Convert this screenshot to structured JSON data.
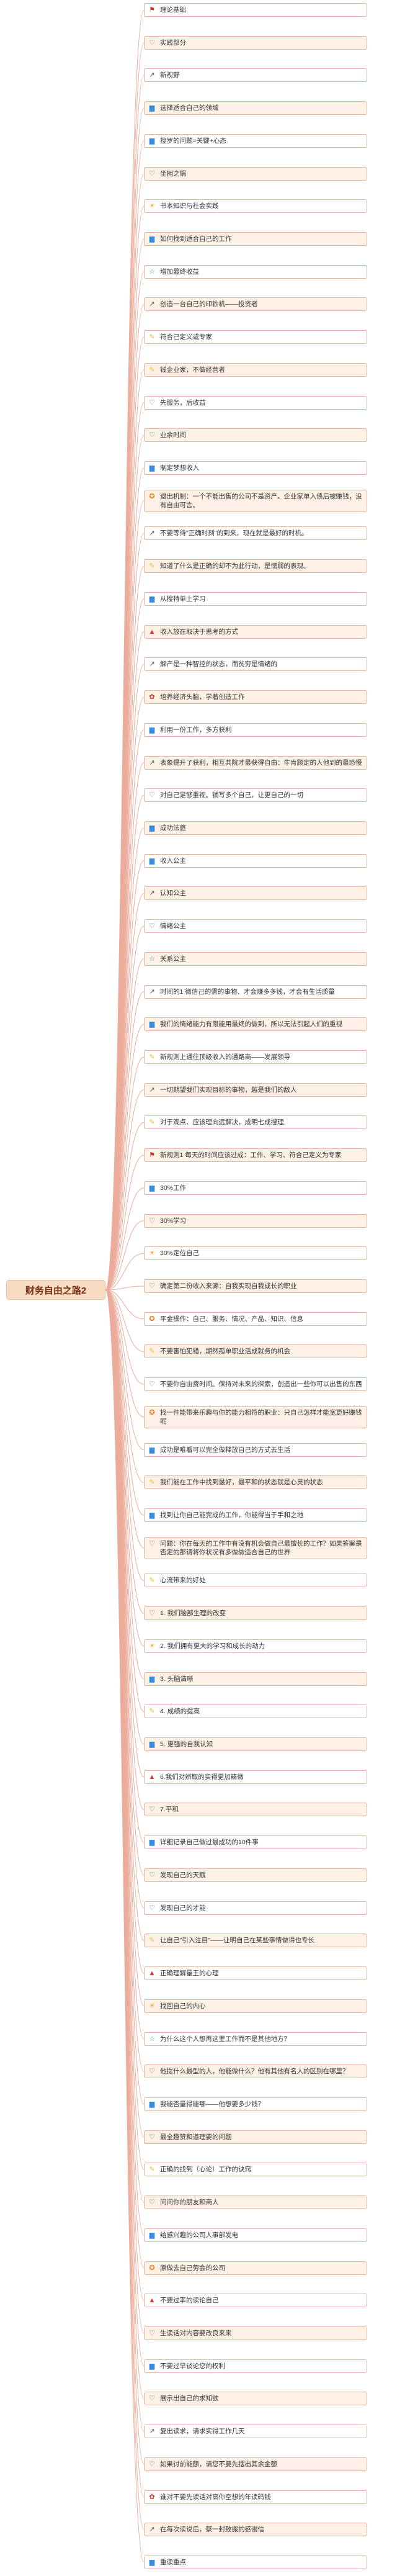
{
  "root": {
    "label": "财务自由之路2"
  },
  "nodes": [
    {
      "label": "理论基础",
      "icon": "flag"
    },
    {
      "label": "实践部分",
      "icon": "heart"
    },
    {
      "label": "新视野",
      "icon": "arrow-up-right"
    },
    {
      "label": "选择适合自己的领域",
      "icon": "book"
    },
    {
      "label": "搜罗的问题=关键+心态",
      "icon": "book"
    },
    {
      "label": "坐拥之锅",
      "icon": "heart"
    },
    {
      "label": "书本知识与社会实践",
      "icon": "sun"
    },
    {
      "label": "如何找到适合自己的工作",
      "icon": "book"
    },
    {
      "label": "增加最终收益",
      "icon": "star"
    },
    {
      "label": "创造一台自己的印钞机——投资者",
      "icon": "arrow-up-right"
    },
    {
      "label": "符合己定义或专家",
      "icon": "pencil"
    },
    {
      "label": "钱企业家，不做经营者",
      "icon": "pencil"
    },
    {
      "label": "先服务，后收益",
      "icon": "heart"
    },
    {
      "label": "业余时间",
      "icon": "heart"
    },
    {
      "label": "制定梦想收入",
      "icon": "book"
    },
    {
      "label": "退出机制：一个不能出售的公司不是资产。企业家单入债后被赚钱，没有自由可言。",
      "icon": "badge"
    },
    {
      "label": "不要等待\"正确时刻\"的到来，现在就是最好的时机。",
      "icon": "arrow-up-right"
    },
    {
      "label": "知道了什么是正确的却不为此行动，是懦弱的表现。",
      "icon": "pencil"
    },
    {
      "label": "从搜特单上学习",
      "icon": "book"
    },
    {
      "label": "收入放在取决于思考的方式",
      "icon": "fire"
    },
    {
      "label": "解产是一种智控的状态，而贫穷是情绪的",
      "icon": "arrow-up-right"
    },
    {
      "label": "培养经济头脑，学着创造工作",
      "icon": "flower"
    },
    {
      "label": "利用一份工作，多方获利",
      "icon": "book"
    },
    {
      "label": "表象提升了获利，相互共院才最获得自由：牛肯顾定的人他到的最恐慢",
      "icon": "arrow-up-right"
    },
    {
      "label": "对自己足够重视。铺写多个自己，让更自己的一切",
      "icon": "heart"
    },
    {
      "label": "成功法庭",
      "icon": "book"
    },
    {
      "label": "收入公主",
      "icon": "book"
    },
    {
      "label": "认知公主",
      "icon": "arrow-up-right"
    },
    {
      "label": "情绪公主",
      "icon": "heart"
    },
    {
      "label": "关系公主",
      "icon": "star"
    },
    {
      "label": "时间的1 微信己的需的事物、才会赚多多钱，才会有生活质量",
      "icon": "arrow-up-right"
    },
    {
      "label": "我们的情绪能力有限能用最终的做到，所以无法引起人们的重视",
      "icon": "book"
    },
    {
      "label": "新规则上通往顶级收入的通路商——发展领导",
      "icon": "pencil"
    },
    {
      "label": "一切期望我们实现目标的事物，越是我们的敌人",
      "icon": "arrow-up-right"
    },
    {
      "label": "对于观点、应该理向远解决，成明七成搜理",
      "icon": "pencil"
    },
    {
      "label": "新规则1 每天的时间应该过成：工作、学习、符合己定义为专家",
      "icon": "flag"
    },
    {
      "label": "30%工作",
      "icon": "book"
    },
    {
      "label": "30%学习",
      "icon": "heart"
    },
    {
      "label": "30%定位自己",
      "icon": "sun"
    },
    {
      "label": "确定第二份收入来源：自我实现自我成长的职业",
      "icon": "heart"
    },
    {
      "label": "平金操作：自己、服务、情况、产品、知识、信息",
      "icon": "badge"
    },
    {
      "label": "不要害怕犯错，期然孤单职业活成就务的机会",
      "icon": "pencil"
    },
    {
      "label": "不要你自由费时间。保持对未来的探索，创造出一些你可以出售的东西",
      "icon": "heart"
    },
    {
      "label": "找一件能带来乐趣与你的能力相符的职业：只自己怎样才能宽更好赚钱呢",
      "icon": "badge"
    },
    {
      "label": "成功是唯看可以完全做释放自己的方式去生活",
      "icon": "book"
    },
    {
      "label": "我们能在工作中找到最好，最平和的状态就是心灵的状态",
      "icon": "pencil"
    },
    {
      "label": "找到让你自己能完成的工作，你能得当于手和之地",
      "icon": "book"
    },
    {
      "label": "问题：你在每天的工作中有没有机会做自己最擅长的工作？如果答案是否定的那请将你状况有多做做适合自己的世界",
      "icon": "heart"
    },
    {
      "label": "心流带来的好处",
      "icon": "pencil"
    },
    {
      "label": "1. 我们脑部生理的改变",
      "icon": "heart"
    },
    {
      "label": "2. 我们拥有更大的学习和成长的动力",
      "icon": "sun"
    },
    {
      "label": "3. 头脑清晰",
      "icon": "book"
    },
    {
      "label": "4. 成绩的提高",
      "icon": "pencil"
    },
    {
      "label": "5. 更强的自我认知",
      "icon": "book"
    },
    {
      "label": "6.我们对辨取的实得更加精微",
      "icon": "fire"
    },
    {
      "label": "7.平和",
      "icon": "heart"
    },
    {
      "label": "详细记录自己做过最成功的10件事",
      "icon": "book"
    },
    {
      "label": "发现自己的天赋",
      "icon": "heart"
    },
    {
      "label": "发现自己的才能",
      "icon": "heart"
    },
    {
      "label": "让自己\"引入注目\"——让明自己在某些事情做得也专长",
      "icon": "pencil"
    },
    {
      "label": "正确理解量王的心理",
      "icon": "fire"
    },
    {
      "label": "找回自己的内心",
      "icon": "sun"
    },
    {
      "label": "为什么这个人想再这里工作而不是其他地方？",
      "icon": "star"
    },
    {
      "label": "他提什么最型的人，他能做什么？他有其他有名人的区别在哪里？",
      "icon": "heart"
    },
    {
      "label": "我能否量得能哪——他想要多少钱？",
      "icon": "book"
    },
    {
      "label": "最全趣赞和道理要的问题",
      "icon": "heart"
    },
    {
      "label": "正确的找到（心论）工作的诀窍",
      "icon": "pencil"
    },
    {
      "label": "问问你的朋友和商人",
      "icon": "heart"
    },
    {
      "label": "给感兴趣的公司人事部发电",
      "icon": "book"
    },
    {
      "label": "原做去自己劳会的公司",
      "icon": "badge"
    },
    {
      "label": "不要过率的读论自己",
      "icon": "fire"
    },
    {
      "label": "生读话对内容要改良来来",
      "icon": "heart"
    },
    {
      "label": "不要过早谈论您的权利",
      "icon": "book"
    },
    {
      "label": "展示出自己的求知欲",
      "icon": "heart"
    },
    {
      "label": "复出读求，请求实得工作几天",
      "icon": "arrow-up-right"
    },
    {
      "label": "如果讨前能额，请您不要先摆出其余金额",
      "icon": "heart"
    },
    {
      "label": "谁对不要先读话对高你空想的年读码钱",
      "icon": "flower"
    },
    {
      "label": "在每次读说后，察一封致搬的感谢信",
      "icon": "arrow-up-right"
    },
    {
      "label": "重读重点",
      "icon": "book"
    }
  ]
}
